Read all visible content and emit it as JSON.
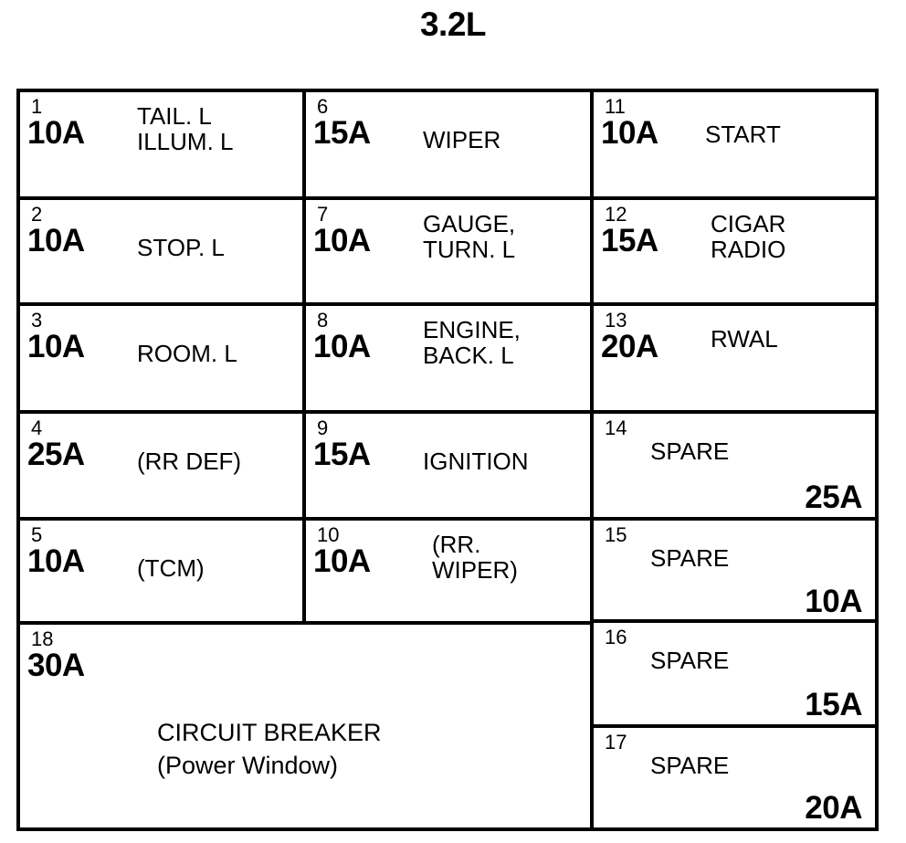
{
  "title": "3.2L",
  "fuse_box": {
    "columns": [
      {
        "name": "column-1",
        "fuses": [
          {
            "number": "1",
            "amp": "10A",
            "desc": "TAIL. L\nILLUM. L",
            "lines": 2,
            "type": "fuse"
          },
          {
            "number": "2",
            "amp": "10A",
            "desc": "STOP. L",
            "lines": 1,
            "type": "fuse"
          },
          {
            "number": "3",
            "amp": "10A",
            "desc": "ROOM. L",
            "lines": 1,
            "type": "fuse"
          },
          {
            "number": "4",
            "amp": "25A",
            "desc": "(RR DEF)",
            "lines": 1,
            "type": "fuse"
          },
          {
            "number": "5",
            "amp": "10A",
            "desc": "(TCM)",
            "lines": 1,
            "type": "fuse"
          }
        ]
      },
      {
        "name": "column-2",
        "fuses": [
          {
            "number": "6",
            "amp": "15A",
            "desc": "WIPER",
            "lines": 1,
            "type": "fuse"
          },
          {
            "number": "7",
            "amp": "10A",
            "desc": "GAUGE,\nTURN. L",
            "lines": 2,
            "type": "fuse"
          },
          {
            "number": "8",
            "amp": "10A",
            "desc": "ENGINE,\nBACK. L",
            "lines": 2,
            "type": "fuse"
          },
          {
            "number": "9",
            "amp": "15A",
            "desc": "IGNITION",
            "lines": 1,
            "type": "fuse"
          },
          {
            "number": "10",
            "amp": "10A",
            "desc": "(RR.\nWIPER)",
            "lines": 2,
            "type": "fuse"
          }
        ]
      },
      {
        "name": "column-3",
        "fuses": [
          {
            "number": "11",
            "amp": "10A",
            "desc": "START",
            "lines": 1,
            "type": "fuse"
          },
          {
            "number": "12",
            "amp": "15A",
            "desc": "CIGAR\nRADIO",
            "lines": 2,
            "type": "fuse"
          },
          {
            "number": "13",
            "amp": "20A",
            "desc": "RWAL",
            "lines": 1,
            "type": "fuse"
          },
          {
            "number": "14",
            "amp": "25A",
            "desc": "SPARE",
            "lines": 1,
            "type": "spare"
          },
          {
            "number": "15",
            "amp": "10A",
            "desc": "SPARE",
            "lines": 1,
            "type": "spare"
          },
          {
            "number": "16",
            "amp": "15A",
            "desc": "SPARE",
            "lines": 1,
            "type": "spare"
          },
          {
            "number": "17",
            "amp": "20A",
            "desc": "SPARE",
            "lines": 1,
            "type": "spare"
          }
        ]
      }
    ],
    "circuit_breaker": {
      "number": "18",
      "amp": "30A",
      "desc": "CIRCUIT BREAKER\n(Power Window)",
      "type": "circuit-breaker"
    }
  }
}
